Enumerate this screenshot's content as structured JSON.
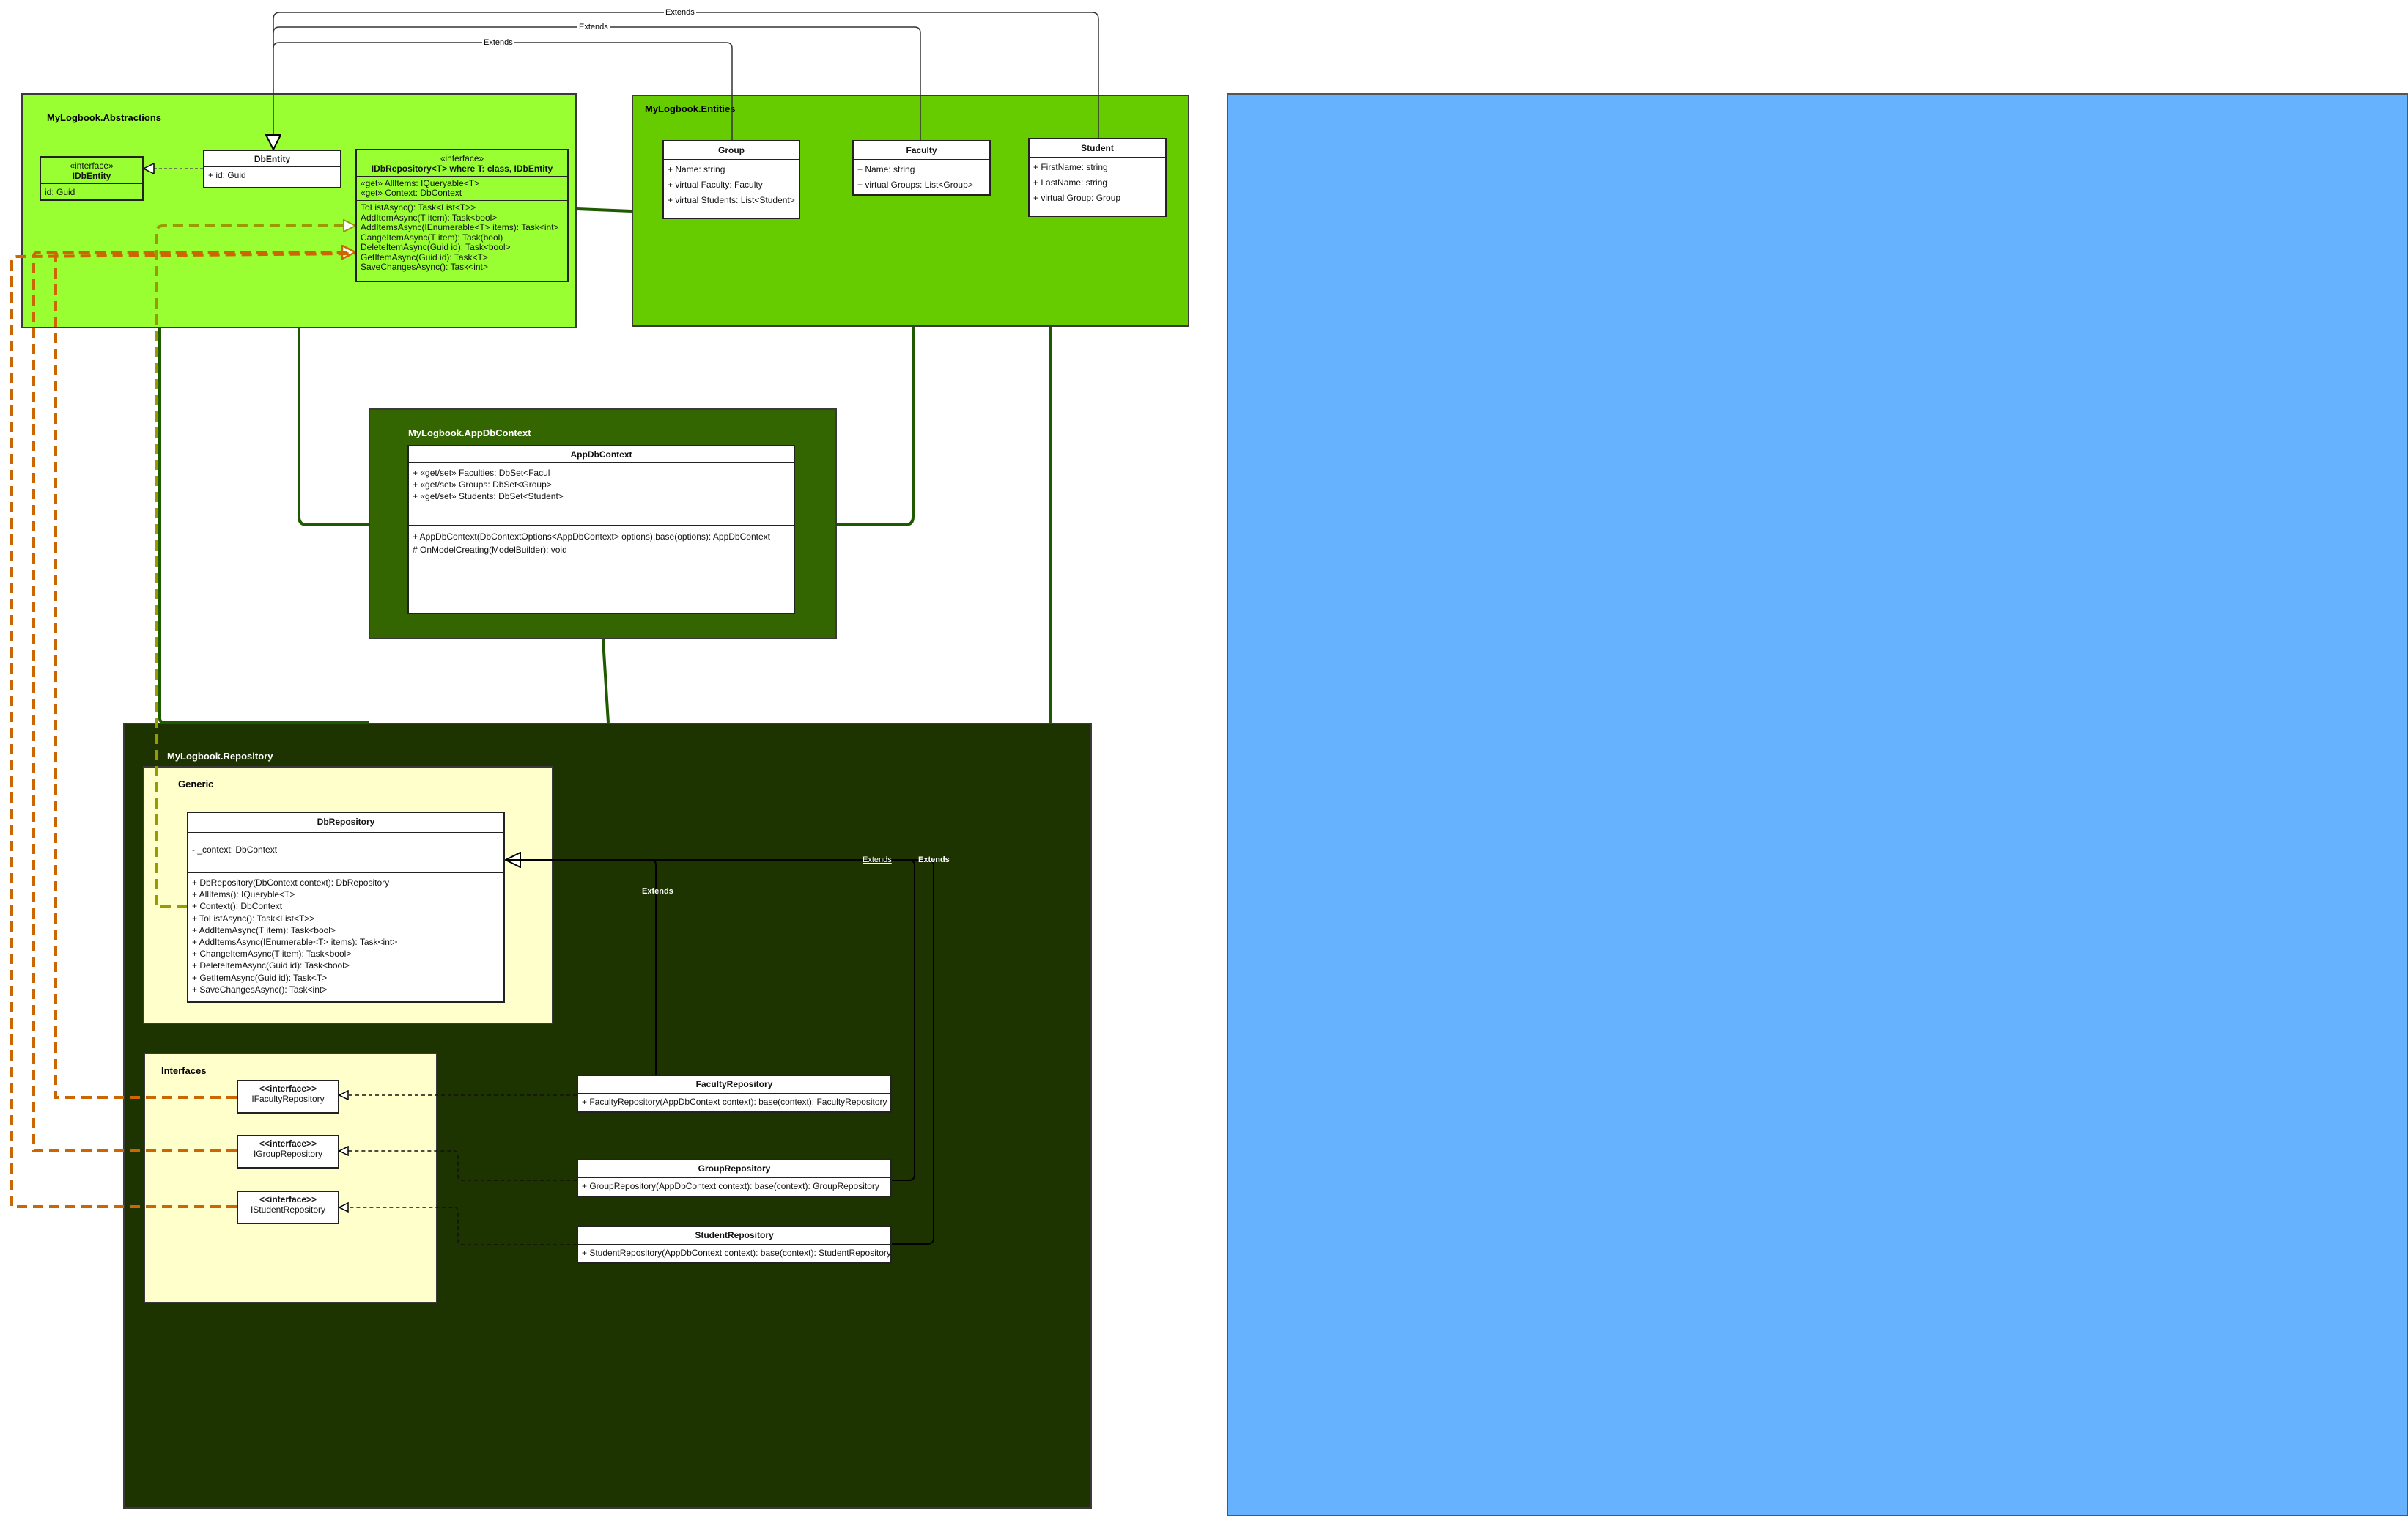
{
  "colors": {
    "abstractions": "#99ff33",
    "entities": "#66cc00",
    "appdbcontext": "#336600",
    "repository": "#1d3300",
    "subpackage": "#ffffcc",
    "blank_panel": "#66b2ff",
    "orange_dep": "#cc6600",
    "olive_dep": "#999900"
  },
  "packages": {
    "abstractions": "MyLogbook.Abstractions",
    "entities": "MyLogbook.Entities",
    "appdbcontext": "MyLogbook.AppDbContext",
    "repository": "MyLogbook.Repository",
    "generic": "Generic",
    "interfaces": "Interfaces"
  },
  "classes": {
    "idbentity": {
      "stereotype": "«interface»",
      "name": "IDbEntity",
      "attributes": [
        "id: Guid"
      ]
    },
    "dbentity": {
      "name": "DbEntity",
      "attributes": [
        "+ id: Guid"
      ]
    },
    "idbrepository": {
      "stereotype": "«interface»",
      "name": "IDbRepository<T> where T: class, IDbEntity",
      "attributes": [
        "«get» AllItems: IQueryable<T>",
        "«get» Context: DbContext"
      ],
      "methods": [
        "ToListAsync(): Task<List<T>>",
        "AddItemAsync(T item): Task<bool>",
        "AddItemsAsync(IEnumerable<T> items): Task<int>",
        "CangeItemAsync(T item): Task(bool)",
        "DeleteItemAsync(Guid id): Task<bool>",
        "GetItemAsync(Guid id): Task<T>",
        "SaveChangesAsync(): Task<int>"
      ]
    },
    "group": {
      "name": "Group",
      "attributes": [
        "+ Name: string",
        "+ virtual Faculty: Faculty",
        "+ virtual Students: List<Student>"
      ]
    },
    "faculty": {
      "name": "Faculty",
      "attributes": [
        "+ Name: string",
        "+ virtual Groups: List<Group>"
      ]
    },
    "student": {
      "name": "Student",
      "attributes": [
        "+ FirstName: string",
        "+ LastName: string",
        "+ virtual Group: Group"
      ]
    },
    "appdbcontext": {
      "name": "AppDbContext",
      "attributes": [
        "+ «get/set» Faculties: DbSet<Facul",
        "+ «get/set» Groups: DbSet<Group>",
        "+ «get/set» Students: DbSet<Student>"
      ],
      "methods": [
        "+ AppDbContext(DbContextOptions<AppDbContext> options):base(options): AppDbContext",
        "# OnModelCreating(ModelBuilder): void"
      ]
    },
    "dbrepository": {
      "name": "DbRepository",
      "attributes": [
        "- _context: DbContext"
      ],
      "methods": [
        "+ DbRepository(DbContext context): DbRepository",
        "+ AllItems(): IQueryble<T>",
        "+ Context(): DbContext",
        "+ ToListAsync(): Task<List<T>>",
        "+ AddItemAsync(T item): Task<bool>",
        "+ AddItemsAsync(IEnumerable<T> items): Task<int>",
        "+ ChangeItemAsync(T item): Task<bool>",
        "+ DeleteItemAsync(Guid id): Task<bool>",
        "+ GetItemAsync(Guid id): Task<T>",
        "+ SaveChangesAsync(): Task<int>"
      ]
    },
    "ifacultyrepository": {
      "stereotype": "<<interface>>",
      "name": "IFacultyRepository"
    },
    "igrouprepository": {
      "stereotype": "<<interface>>",
      "name": "IGroupRepository"
    },
    "istudentrepository": {
      "stereotype": "<<interface>>",
      "name": "IStudentRepository"
    },
    "facultyrepository": {
      "name": "FacultyRepository",
      "methods": [
        "+ FacultyRepository(AppDbContext context): base(context): FacultyRepository"
      ]
    },
    "grouprepository": {
      "name": "GroupRepository",
      "methods": [
        "+ GroupRepository(AppDbContext context): base(context): GroupRepository"
      ]
    },
    "studentrepository": {
      "name": "StudentRepository",
      "methods": [
        "+ StudentRepository(AppDbContext context): base(context): StudentRepository"
      ]
    }
  },
  "edge_labels": {
    "extends_student": "Extends",
    "extends_faculty": "Extends",
    "extends_group": "Extends",
    "extends_repo_1": "Extends",
    "extends_repo_2": "Extends",
    "extends_repo_3": "Extends"
  }
}
